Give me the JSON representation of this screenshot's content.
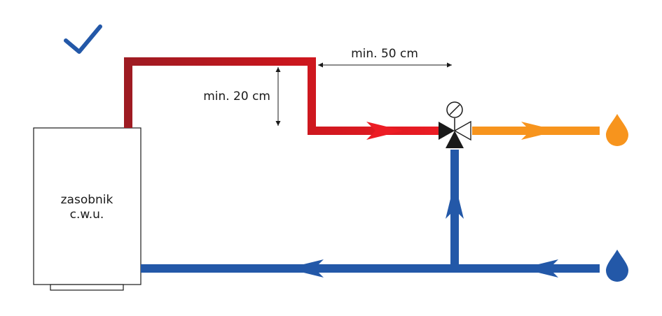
{
  "tank": {
    "line1": "zasobnik",
    "line2": "c.w.u."
  },
  "dimensions": {
    "vertical": "min. 20 cm",
    "horizontal": "min. 50 cm"
  },
  "icons": {
    "status": "checkmark-icon",
    "hot_outlet": "hot-water-drop-icon",
    "cold_inlet": "cold-water-drop-icon",
    "valve": "thermostatic-mixing-valve-icon"
  },
  "colors": {
    "hot_pipe_dark": "#9e1b22",
    "hot_pipe_light": "#ec1c24",
    "mixed_pipe": "#f7941d",
    "cold_pipe": "#2358a8",
    "check": "#2358a8",
    "valve": "#1a1a1a"
  }
}
